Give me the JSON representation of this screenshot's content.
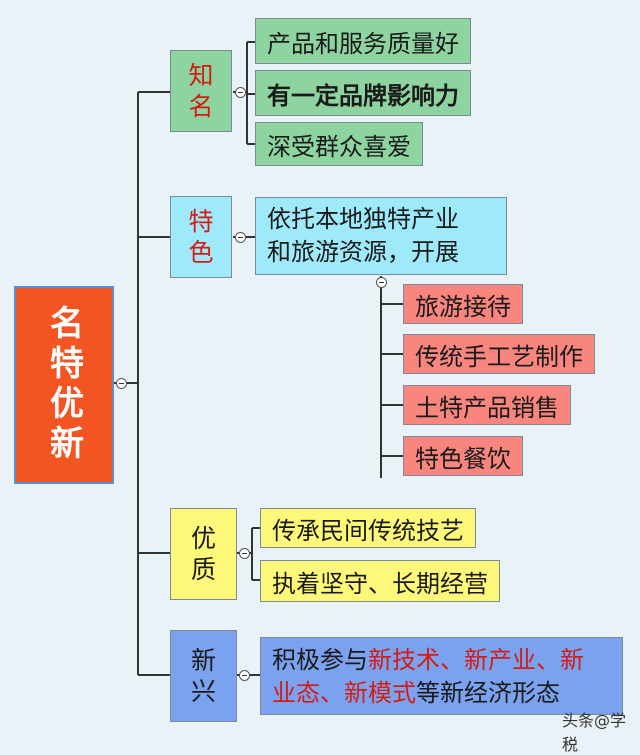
{
  "root": {
    "label": "名特优新"
  },
  "branches": {
    "zhiming": {
      "label": "知名",
      "items": [
        "产品和服务质量好",
        "有一定品牌影响力",
        "深受群众喜爱"
      ]
    },
    "tese": {
      "label": "特色",
      "desc_line1": "依托本地独特产业",
      "desc_line2": "和旅游资源，开展",
      "items": [
        "旅游接待",
        "传统手工艺制作",
        "土特产品销售",
        "特色餐饮"
      ]
    },
    "youzhi": {
      "label": "优质",
      "items": [
        "传承民间传统技艺",
        "执着坚守、长期经营"
      ]
    },
    "xinxing": {
      "label": "新兴",
      "text": {
        "p1": "积极参与",
        "p2": "新技术",
        "p3": "、",
        "p4": "新产业",
        "p5": "、",
        "p6": "新",
        "p7": "业态",
        "p8": "、",
        "p9": "新模式",
        "p10": "等新经济形态"
      }
    }
  },
  "watermark": "头条@学税",
  "colors": {
    "root": "#f25522",
    "zhiming": "#8ed4a0",
    "tese": "#9ee9fa",
    "tese_items": "#f9867e",
    "youzhi": "#fdf87a",
    "xinxing": "#7aa2ef",
    "highlight_text": "#d41c14"
  }
}
